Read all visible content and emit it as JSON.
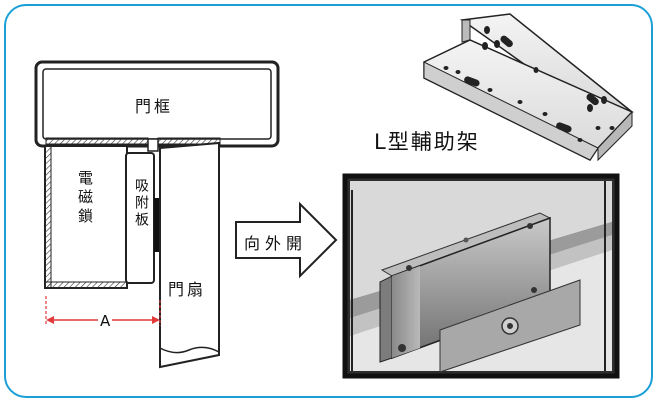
{
  "labels": {
    "door_frame": "門框",
    "magnetic_lock": "電磁鎖",
    "armature_plate": "吸附板",
    "door_leaf": "門扇",
    "opens_outward": "向外開",
    "bracket_title": "L型輔助架",
    "dimension": "A"
  },
  "colors": {
    "border": "#1aa0d6",
    "dimension_line": "#e23a3a",
    "outline": "#222222",
    "photo_bg": "#3b3b3b"
  }
}
